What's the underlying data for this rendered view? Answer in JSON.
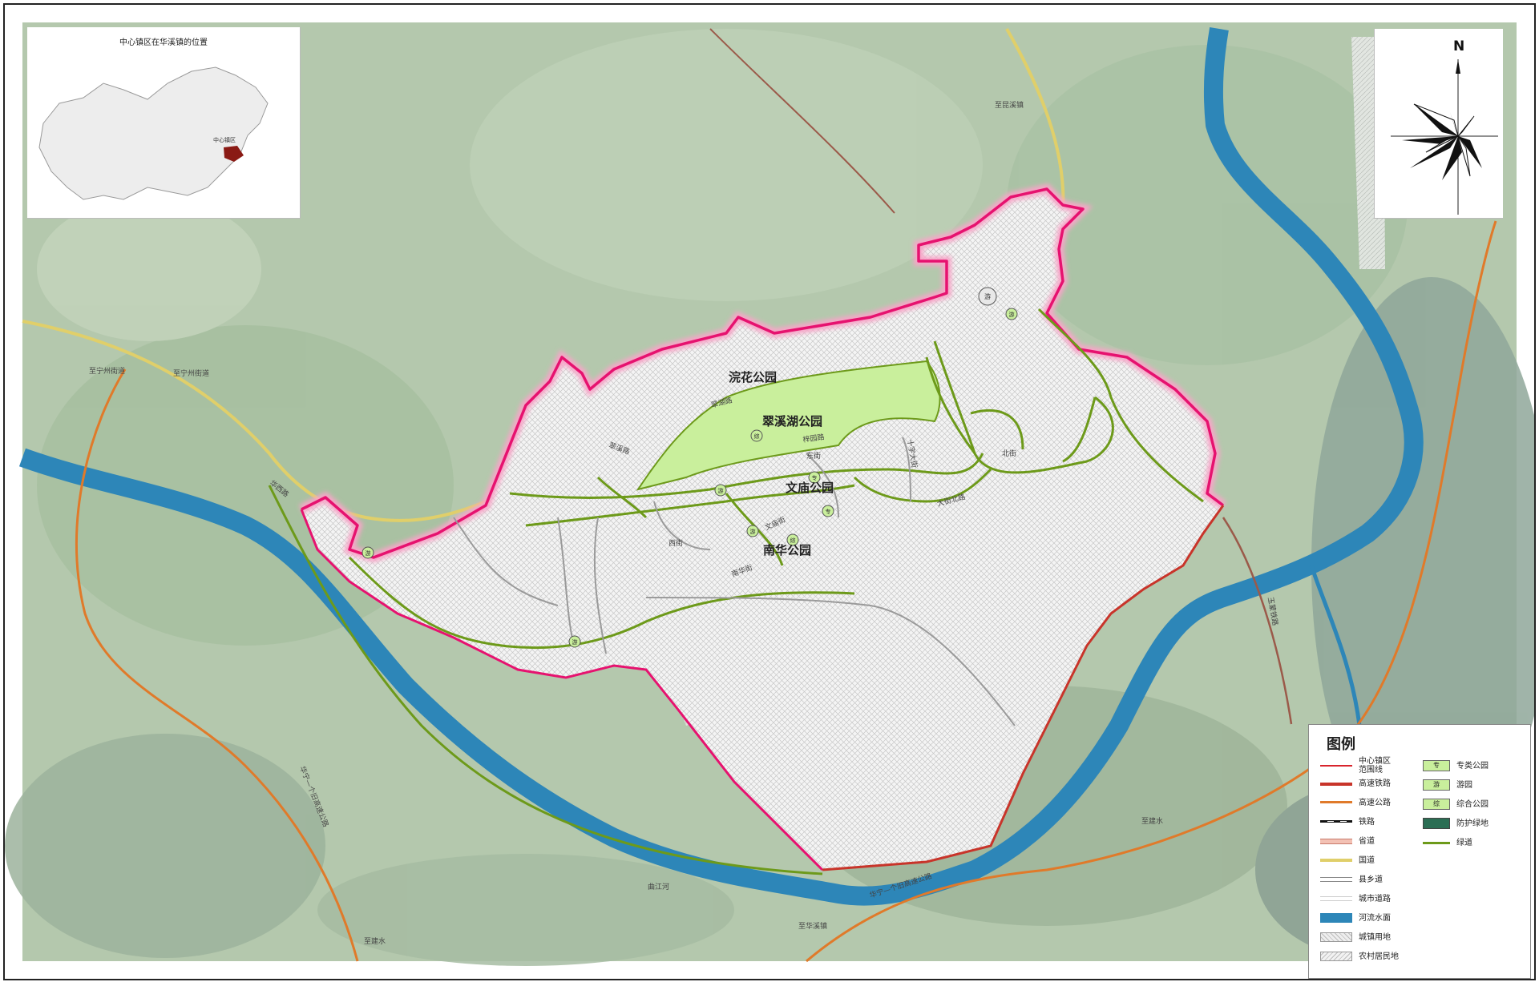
{
  "inset": {
    "title": "中心镇区在华溪镇的位置",
    "marker_label": "中心镇区"
  },
  "compass": {
    "north": "N"
  },
  "parks": {
    "huanhua": "浣花公园",
    "cuixihu": "翠溪湖公园",
    "wenmiao": "文庙公园",
    "nanhua": "南华公园"
  },
  "road_labels": {
    "zhining_1": "至宁州街道",
    "zhining_2": "至宁州街道",
    "zhikunxi": "至昆溪镇",
    "huaxi_road": "华西路",
    "cuihu_road": "翠湖路",
    "cuiyuan_road": "翠溪路",
    "jiuyuan_road": "梓园路",
    "shizi_street": "十字大街",
    "beijie": "北街",
    "dongjie": "东街",
    "xijie": "西街",
    "dajie": "大街北路",
    "wenmiao_street": "文庙街",
    "nanhua_street": "南华街",
    "zhijianshui_1": "至建水",
    "zhijianshui_2": "至建水",
    "zhihuaxi": "至华溪镇",
    "expressway_1": "华宁—个旧高速公路",
    "expressway_2": "华宁—个旧高速公路",
    "railway": "玉蒙铁路",
    "river": "曲江河"
  },
  "legend": {
    "title": "图例",
    "items_left": [
      {
        "label": "中心镇区\n范围线",
        "symbol": "boundary-line"
      },
      {
        "label": "高速铁路",
        "symbol": "hsr-line"
      },
      {
        "label": "高速公路",
        "symbol": "expressway-line"
      },
      {
        "label": "铁路",
        "symbol": "railway-line"
      },
      {
        "label": "省道",
        "symbol": "provincial-road-line"
      },
      {
        "label": "国道",
        "symbol": "national-road-line"
      },
      {
        "label": "县乡道",
        "symbol": "county-road-line"
      },
      {
        "label": "城市道路",
        "symbol": "city-road-line"
      },
      {
        "label": "河流水面",
        "symbol": "river-fill"
      },
      {
        "label": "城镇用地",
        "symbol": "town-hatch"
      },
      {
        "label": "农村居民地",
        "symbol": "rural-hatch"
      }
    ],
    "items_right": [
      {
        "label": "专类公园",
        "glyph": "专",
        "symbol": "special-park"
      },
      {
        "label": "游园",
        "glyph": "游",
        "symbol": "garden-park"
      },
      {
        "label": "综合公园",
        "glyph": "综",
        "symbol": "comprehensive-park"
      },
      {
        "label": "防护绿地",
        "symbol": "protective-green"
      },
      {
        "label": "绿道",
        "symbol": "greenway-line"
      }
    ]
  },
  "park_glyphs": {
    "zong": "综",
    "you": "游",
    "zhuan": "专"
  },
  "colors": {
    "boundary": "#e6126f",
    "boundary_glow": "#f7a6c8",
    "river": "#2d86b8",
    "greenway": "#6d9a1a",
    "national_road": "#e0cf6a",
    "expressway": "#e07a2a",
    "railway": "#b54a3a",
    "park_fill": "#c9ef9c",
    "protective_green": "#2b6e54",
    "imagery_base": "#aec5ab"
  }
}
